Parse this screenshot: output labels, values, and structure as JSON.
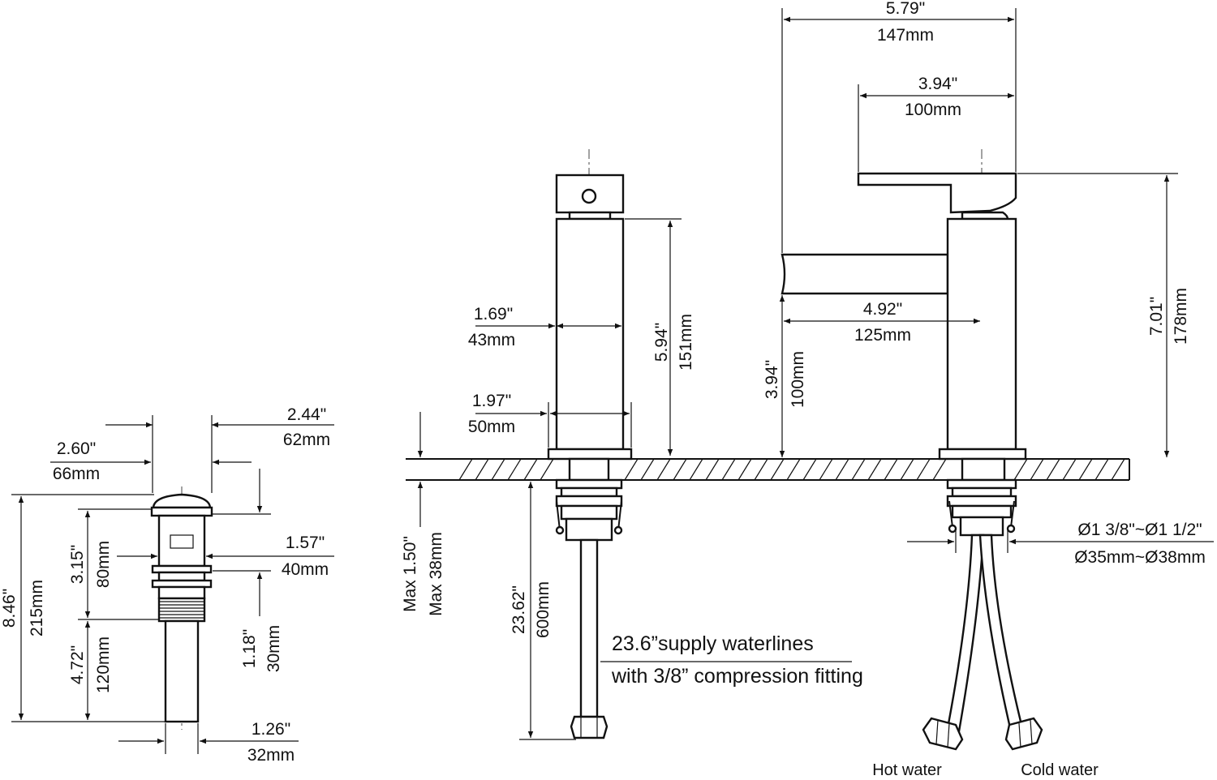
{
  "drain": {
    "top_in": "2.44\"",
    "top_mm": "62mm",
    "outer_in": "2.60\"",
    "outer_mm": "66mm",
    "total_in": "8.46\"",
    "total_mm": "215mm",
    "body_in": "3.15\"",
    "body_mm": "80mm",
    "neck_in": "1.57\"",
    "neck_mm": "40mm",
    "thread_in": "1.18\"",
    "thread_mm": "30mm",
    "tail_in": "4.72\"",
    "tail_mm": "120mm",
    "pipe_in": "1.26\"",
    "pipe_mm": "32mm"
  },
  "side": {
    "width_in": "1.69\"",
    "width_mm": "43mm",
    "base_in": "1.97\"",
    "base_mm": "50mm",
    "height_in": "5.94\"",
    "height_mm": "151mm",
    "deck_in": "Max 1.50\"",
    "deck_mm": "Max 38mm",
    "hose_in": "23.62\"",
    "hose_mm": "600mm",
    "note_line1": "23.6”supply waterlines",
    "note_line2": "with 3/8” compression fitting"
  },
  "front": {
    "overall_in": "5.79\"",
    "overall_mm": "147mm",
    "handle_in": "3.94\"",
    "handle_mm": "100mm",
    "reach_in": "4.92\"",
    "reach_mm": "125mm",
    "spout_h_in": "3.94\"",
    "spout_h_mm": "100mm",
    "total_h_in": "7.01\"",
    "total_h_mm": "178mm",
    "hole_in": "Ø1 3/8\"~Ø1 1/2\"",
    "hole_mm": "Ø35mm~Ø38mm",
    "hot_label": "Hot water",
    "cold_label": "Cold water"
  }
}
